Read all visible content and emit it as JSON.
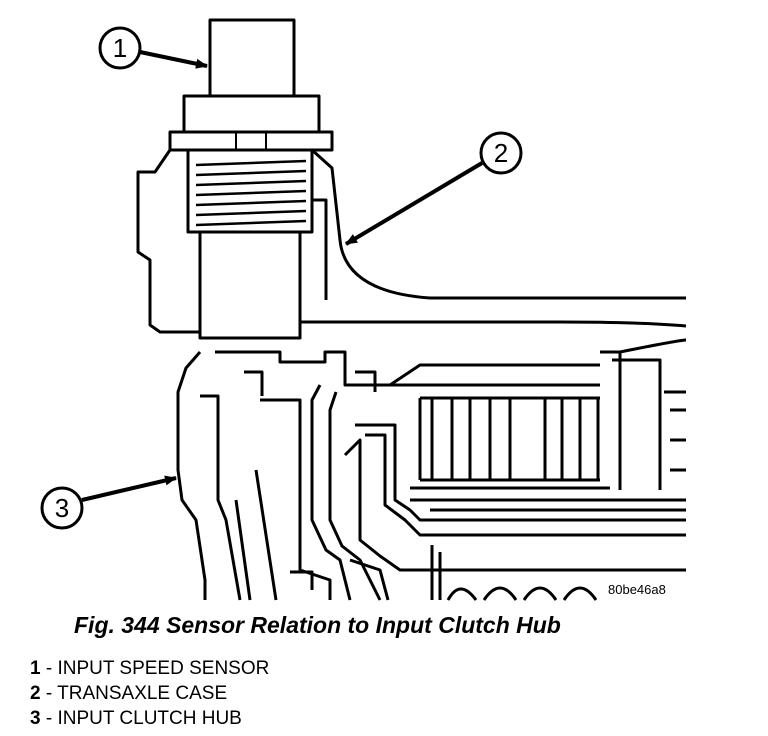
{
  "figure": {
    "image_id": "80be46a8",
    "callouts": [
      {
        "number": "1"
      },
      {
        "number": "2"
      },
      {
        "number": "3"
      }
    ]
  },
  "caption": "Fig. 344 Sensor Relation to Input Clutch Hub",
  "legend": [
    {
      "number": "1",
      "separator": " - ",
      "label": "INPUT SPEED SENSOR"
    },
    {
      "number": "2",
      "separator": " - ",
      "label": "TRANSAXLE CASE"
    },
    {
      "number": "3",
      "separator": " - ",
      "label": "INPUT CLUTCH HUB"
    }
  ]
}
